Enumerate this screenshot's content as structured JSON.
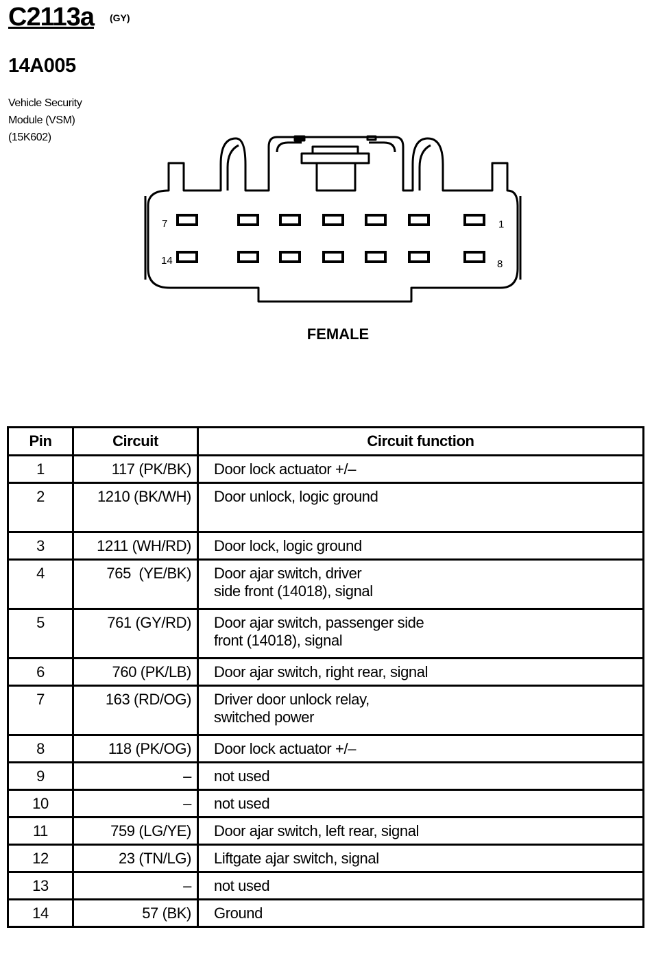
{
  "header": {
    "connector_id": "C2113a",
    "color_code": "(GY)",
    "part_number": "14A005",
    "module_lines": [
      "Vehicle Security",
      "Module (VSM)",
      "(15K602)"
    ]
  },
  "connector": {
    "pin_labels": {
      "top_left": "7",
      "top_right": "1",
      "bottom_left": "14",
      "bottom_right": "8"
    },
    "gender": "FEMALE"
  },
  "table": {
    "headers": {
      "pin": "Pin",
      "circuit": "Circuit",
      "function": "Circuit function"
    },
    "rows": [
      {
        "pin": "1",
        "circuit": "117 (PK/BK)",
        "function": [
          "Door lock actuator +/–"
        ]
      },
      {
        "pin": "2",
        "circuit": "1210 (BK/WH)",
        "function": [
          "Door unlock, logic ground"
        ]
      },
      {
        "pin": "3",
        "circuit": "1211 (WH/RD)",
        "function": [
          "Door lock, logic ground"
        ]
      },
      {
        "pin": "4",
        "circuit": "765  (YE/BK)",
        "function": [
          "Door ajar switch, driver",
          "side front (14018), signal"
        ]
      },
      {
        "pin": "5",
        "circuit": "761 (GY/RD)",
        "function": [
          "Door ajar switch, passenger side",
          "front (14018), signal"
        ]
      },
      {
        "pin": "6",
        "circuit": "760 (PK/LB)",
        "function": [
          "Door ajar switch, right rear, signal"
        ]
      },
      {
        "pin": "7",
        "circuit": "163 (RD/OG)",
        "function": [
          "Driver door unlock relay,",
          "switched power"
        ]
      },
      {
        "pin": "8",
        "circuit": "118 (PK/OG)",
        "function": [
          "Door lock actuator +/–"
        ]
      },
      {
        "pin": "9",
        "circuit": "–",
        "function": [
          "not used"
        ]
      },
      {
        "pin": "10",
        "circuit": "–",
        "function": [
          "not used"
        ]
      },
      {
        "pin": "11",
        "circuit": "759 (LG/YE)",
        "function": [
          "Door ajar switch, left rear, signal"
        ]
      },
      {
        "pin": "12",
        "circuit": "23 (TN/LG)",
        "function": [
          "Liftgate ajar switch, signal"
        ]
      },
      {
        "pin": "13",
        "circuit": "–",
        "function": [
          "not used"
        ]
      },
      {
        "pin": "14",
        "circuit": "57 (BK)",
        "function": [
          "Ground"
        ]
      }
    ]
  }
}
